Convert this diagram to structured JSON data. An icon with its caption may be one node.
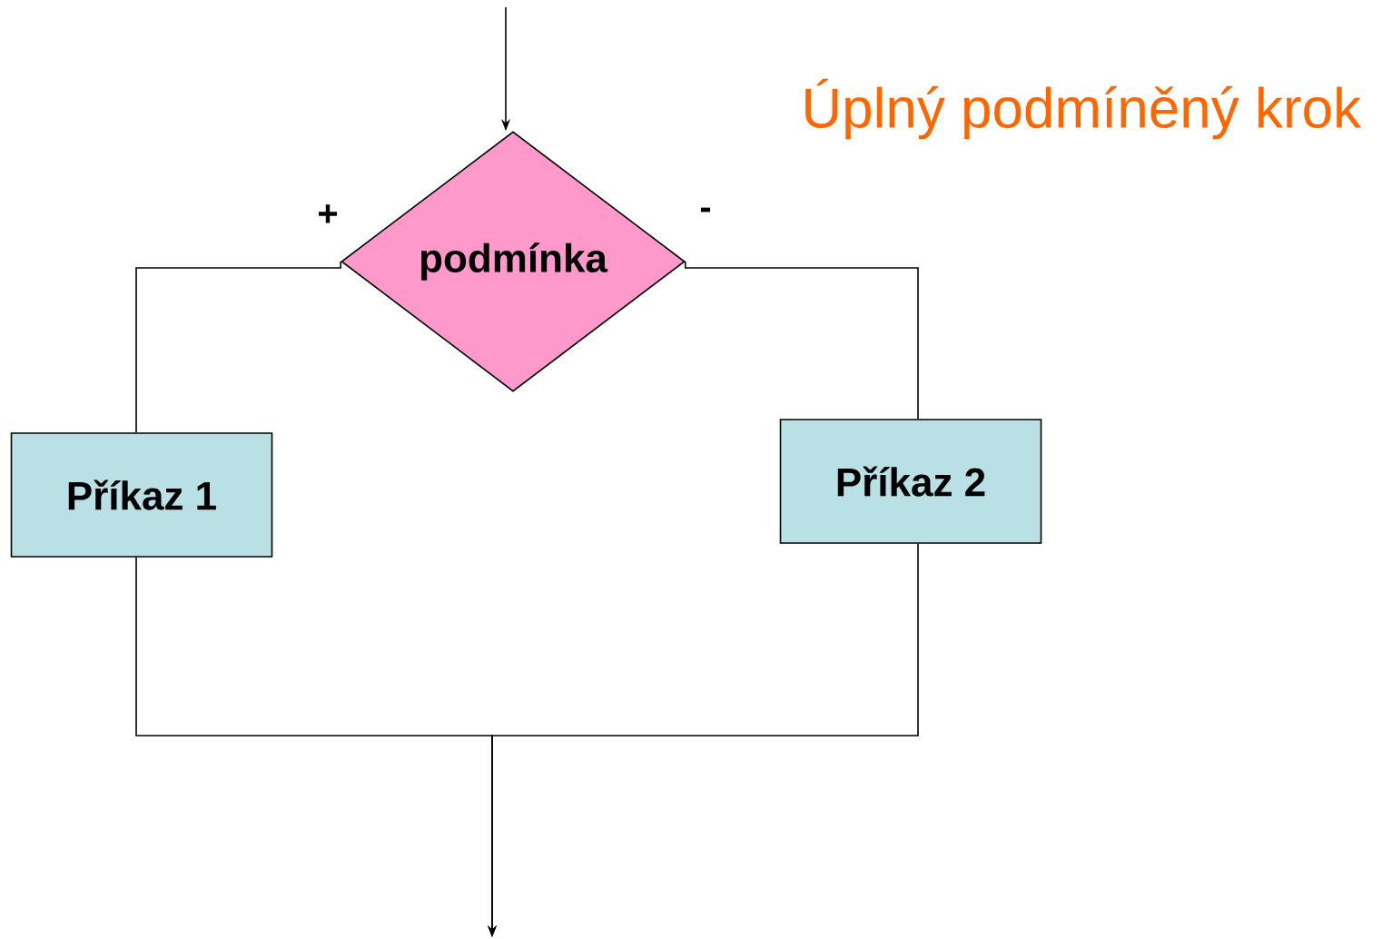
{
  "diagram": {
    "title": "Úplný podmíněný krok",
    "nodes": [
      {
        "text": [
          "podmínka"
        ]
      },
      {
        "text": [
          "Příkaz 1"
        ]
      },
      {
        "text": [
          "Příkaz 2"
        ]
      }
    ],
    "edges": [
      {
        "from": null,
        "to": 0,
        "arrow": "to"
      },
      {
        "from": 0,
        "to": 1,
        "arrow": "none",
        "label": "+"
      },
      {
        "from": 0,
        "to": 2,
        "arrow": "none",
        "label": "-"
      },
      {
        "from": 1,
        "to": null,
        "arrow": "to"
      },
      {
        "from": 2,
        "to": null,
        "arrow": "to"
      }
    ]
  }
}
